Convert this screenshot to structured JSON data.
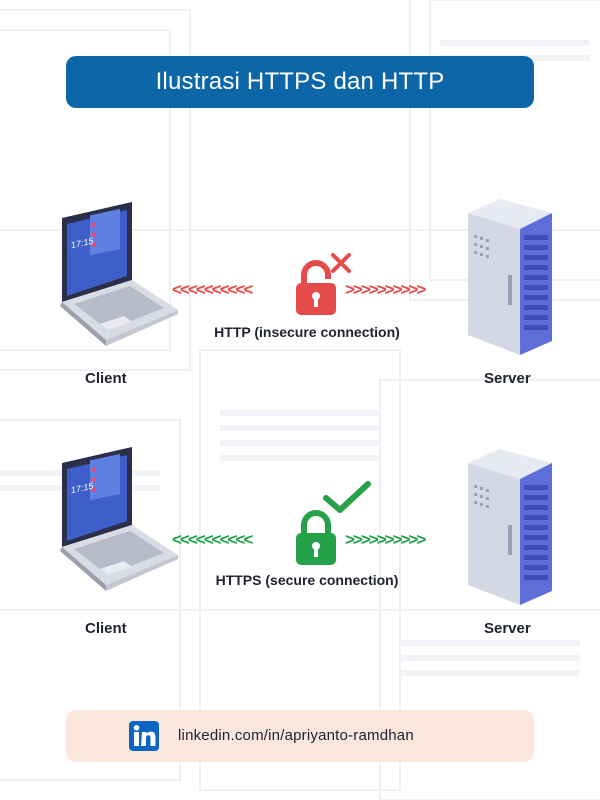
{
  "title": "Ilustrasi HTTPS dan HTTP",
  "http_row": {
    "client_label": "Client",
    "server_label": "Server",
    "connection_label": "HTTP (insecure connection)",
    "lock_state": "unlocked",
    "lock_color": "#e54b4b",
    "status_icon": "cross-icon",
    "left_arrows": "<<<<<<<<<<",
    "right_arrows": ">>>>>>>>>>"
  },
  "https_row": {
    "client_label": "Client",
    "server_label": "Server",
    "connection_label": "HTTPS (secure connection)",
    "lock_state": "locked",
    "lock_color": "#25a14a",
    "status_icon": "checkmark-icon",
    "left_arrows": "<<<<<<<<<<",
    "right_arrows": ">>>>>>>>>>"
  },
  "laptop_screen_time": "17:15",
  "footer": {
    "icon": "linkedin-icon",
    "text": "linkedin.com/in/apriyanto-ramdhan",
    "background": "#fbe6dc"
  },
  "colors": {
    "title_bar": "#0d66a8",
    "insecure": "#e54b4b",
    "secure": "#25a14a",
    "linkedin": "#0a66c2"
  }
}
